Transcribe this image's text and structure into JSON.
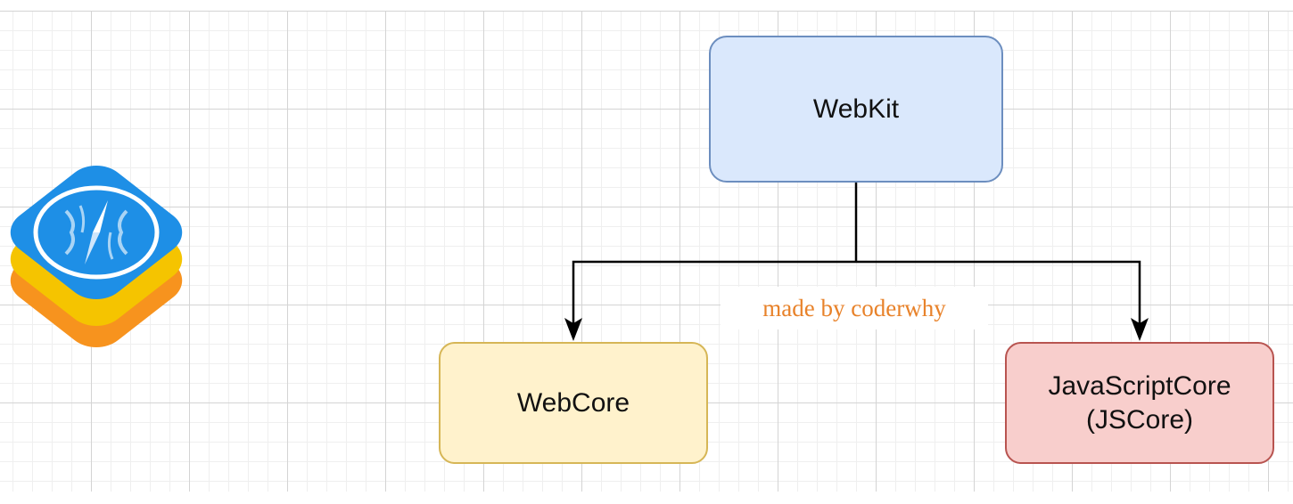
{
  "diagram": {
    "nodes": {
      "webkit": {
        "label": "WebKit"
      },
      "webcore": {
        "label": "WebCore"
      },
      "jscore": {
        "label": "JavaScriptCore\n(JSCore)"
      }
    },
    "edges": [
      {
        "from": "webkit",
        "to": "webcore"
      },
      {
        "from": "webkit",
        "to": "jscore"
      }
    ],
    "watermark": "made by coderwhy",
    "colors": {
      "watermark": "#e8822a",
      "webkit_fill": "#dae8fc",
      "webcore_fill": "#fff2cc",
      "jscore_fill": "#f8cecc",
      "logo_blue": "#1e8fe6",
      "logo_yellow": "#f5c400",
      "logo_orange": "#f7931e"
    },
    "logo": {
      "name": "webkit-logo-icon"
    }
  }
}
